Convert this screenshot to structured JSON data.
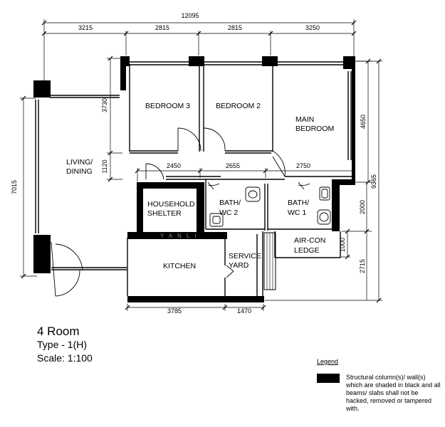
{
  "plan": {
    "overall_width": "12095",
    "top_segments": [
      "3215",
      "2815",
      "2815",
      "3250"
    ],
    "left_height": "7015",
    "left_bedroom_depth": "3730",
    "left_corridor": "1120",
    "corridor_segments": [
      "2450",
      "2655",
      "2750"
    ],
    "right_upper": "4650",
    "right_total": "9365",
    "right_bath": "2000",
    "right_aircon": "1000",
    "right_lower": "2715",
    "bottom_segments": [
      "3785",
      "1470"
    ]
  },
  "rooms": {
    "bedroom3": "BEDROOM 3",
    "bedroom2": "BEDROOM 2",
    "main_bedroom": [
      "MAIN",
      "BEDROOM"
    ],
    "living_dining": [
      "LIVING/",
      "DINING"
    ],
    "household_shelter": [
      "HOUSEHOLD",
      "SHELTER"
    ],
    "bath2": [
      "BATH/",
      "WC 2"
    ],
    "bath1": [
      "BATH/",
      "WC 1"
    ],
    "aircon_ledge": [
      "AIR-CON",
      "LEDGE"
    ],
    "kitchen": "KITCHEN",
    "service_yard": [
      "SERVICE",
      "YARD"
    ]
  },
  "watermark": "YANLI",
  "title": "4 Room",
  "subtitle": "Type - 1(H)",
  "scale": "Scale: 1:100",
  "legend": {
    "heading": "Legend",
    "swatch_color": "#000000",
    "text": "Structural column(s)/ wall(s) which are shaded in black and all beams/ slabs shall not be hacked, removed or tampered with."
  }
}
